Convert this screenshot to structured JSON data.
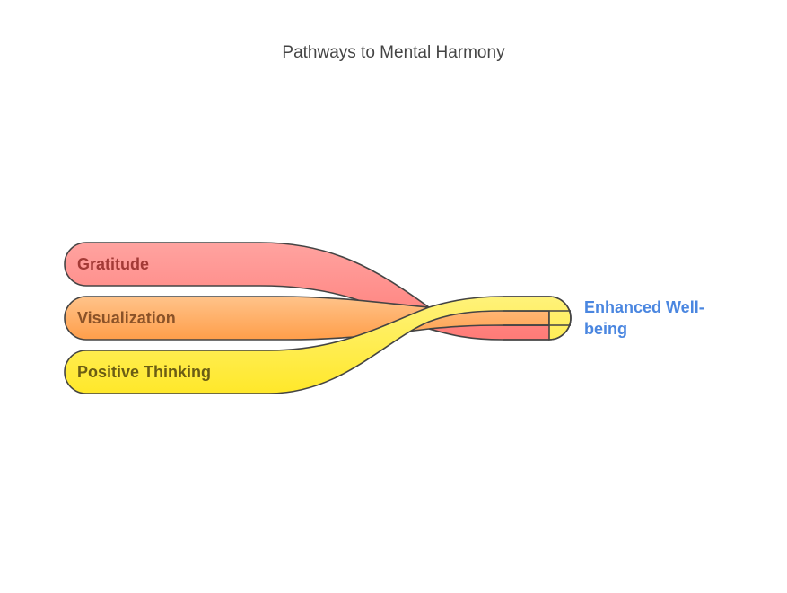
{
  "title": "Pathways to Mental Harmony",
  "pathways": [
    {
      "label": "Gratitude",
      "fill_top": "#ffa3a0",
      "fill_bottom": "#ff7b77",
      "text_color": "#a33a36"
    },
    {
      "label": "Visualization",
      "fill_top": "#ffc38a",
      "fill_bottom": "#ff9e4a",
      "text_color": "#8a5228"
    },
    {
      "label": "Positive Thinking",
      "fill_top": "#fff27a",
      "fill_bottom": "#ffe82a",
      "text_color": "#6b5d14"
    }
  ],
  "outcome": {
    "label": "Enhanced Well-being",
    "color": "#4a86e0"
  },
  "stroke_color": "#444444"
}
